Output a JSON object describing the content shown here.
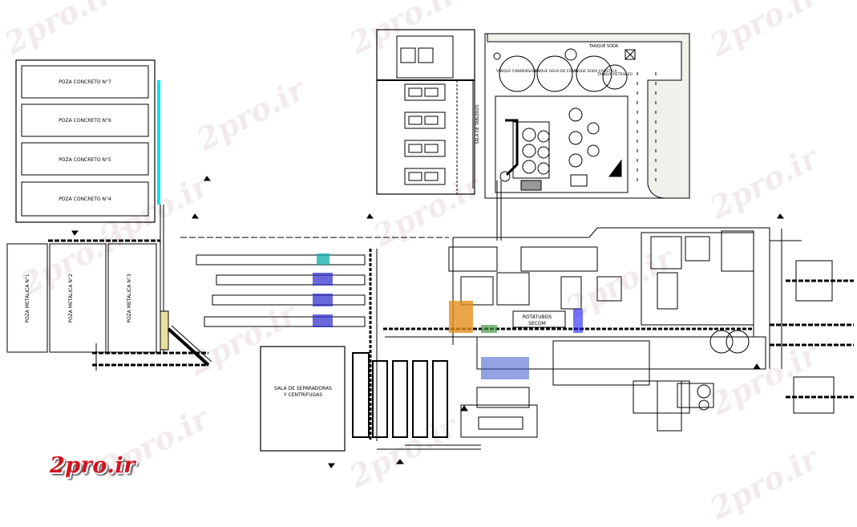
{
  "watermark": "2pro.ir",
  "logo": "2pro.ir",
  "ponds": {
    "concrete": [
      "POZA CONCRETO N°7",
      "POZA CONCRETO N°6",
      "POZA CONCRETO N°5",
      "POZA CONCRETO N°4"
    ],
    "metal": [
      "POZA METALICA N°1",
      "POZA METALICA N°2",
      "POZA METALICA N°3"
    ]
  },
  "tanks": {
    "header": "TANQUE SODA",
    "items": [
      "TANQUE CONDENSADO",
      "TANQUE AGUA DE COLA",
      "TANQUE SODA CAUSTICA",
      "TANQUE PETROLEO"
    ]
  },
  "rooms": {
    "separators": [
      "SALA DE SEPARADORAS",
      "Y CENTRIFUGAS"
    ],
    "boards": "SALA DE TABLEROS",
    "rotatubos": [
      "ROTATUBOS",
      "SECOM"
    ]
  },
  "colors": {
    "lines": "#000000",
    "accent_cyan": "#00e5ee",
    "accent_orange": "#e2901c",
    "accent_blue": "#1a1aff",
    "logo": "#d4121c",
    "watermark": "#e9dce0"
  }
}
